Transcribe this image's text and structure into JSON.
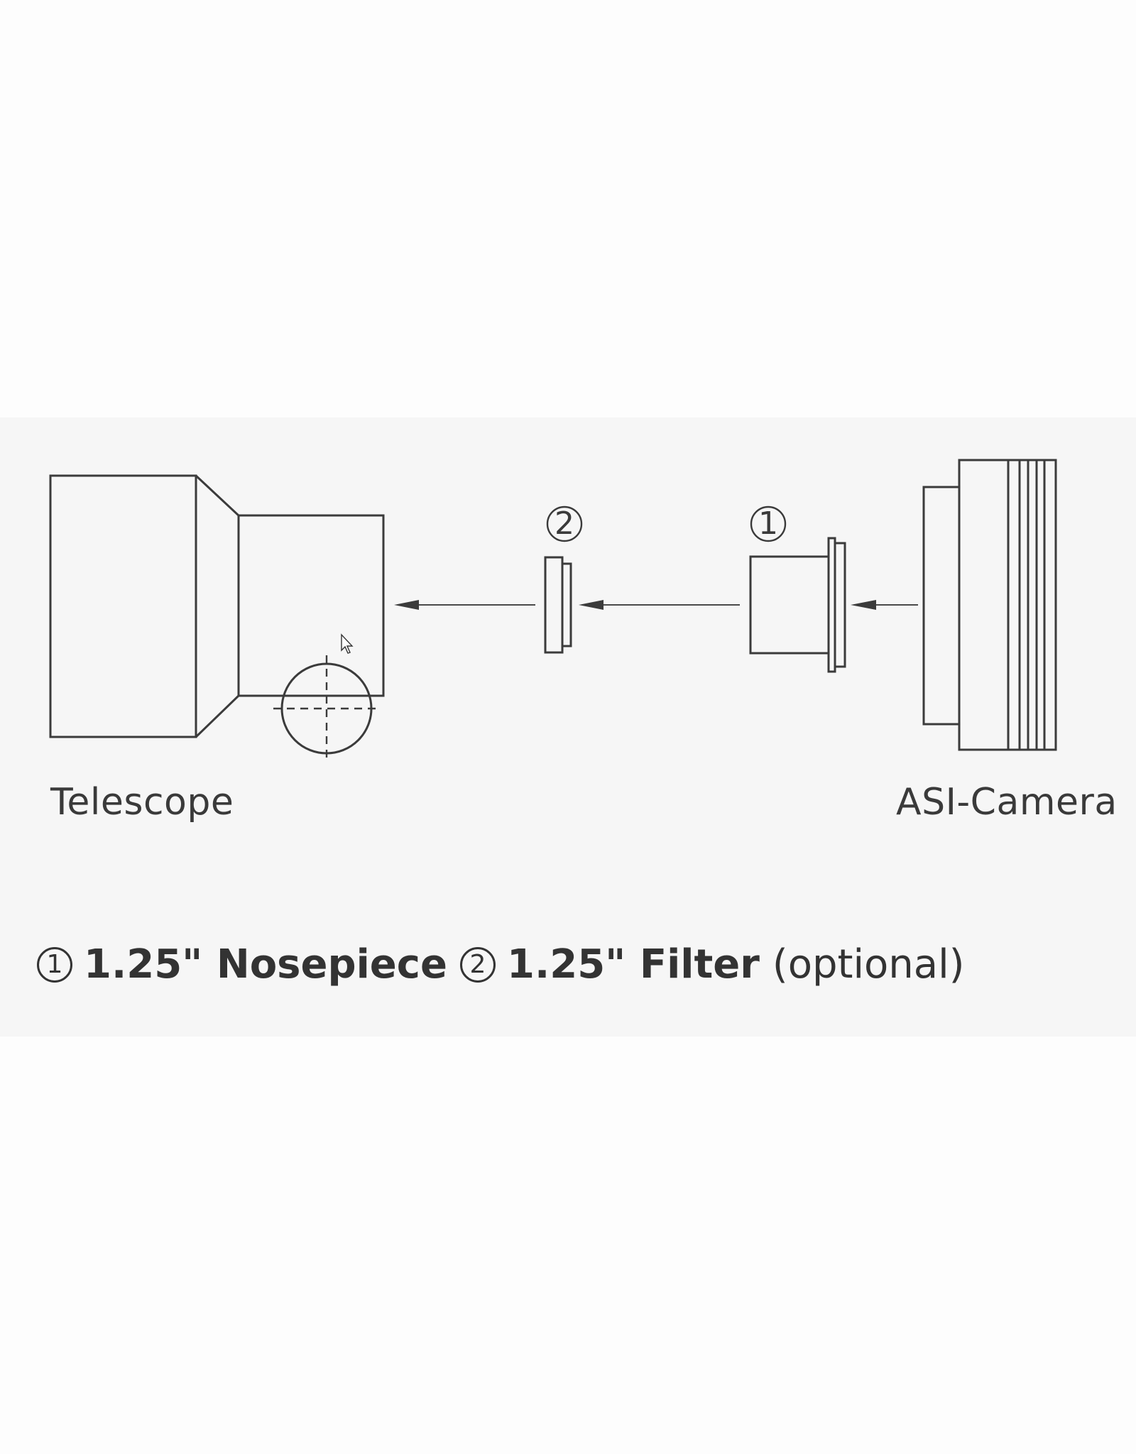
{
  "diagram": {
    "labels": {
      "telescope": "Telescope",
      "camera": "ASI-Camera"
    },
    "markers": {
      "filter": "2",
      "nosepiece": "1"
    },
    "legend": {
      "item1": {
        "number": "1",
        "text": "1.25\" Nosepiece"
      },
      "item2": {
        "number": "2",
        "text": "1.25\" Filter",
        "note": "(optional)"
      }
    },
    "colors": {
      "line": "#3b3b3b",
      "panel_background": "#f6f6f6"
    }
  }
}
